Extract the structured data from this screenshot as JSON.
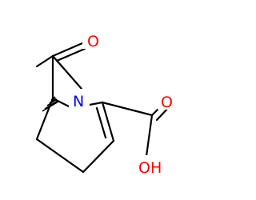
{
  "molecule": {
    "atoms": {
      "ketone_oxygen": {
        "symbol": "O",
        "color": "#ff0000"
      },
      "ring_nitrogen": {
        "symbol": "N",
        "color": "#0000ff"
      },
      "carbonyl_oxygen": {
        "symbol": "O",
        "color": "#ff0000"
      },
      "hydroxyl": {
        "symbol": "OH",
        "color": "#ff0000"
      }
    },
    "bond_color": "#000000",
    "background_color": "#ffffff"
  }
}
